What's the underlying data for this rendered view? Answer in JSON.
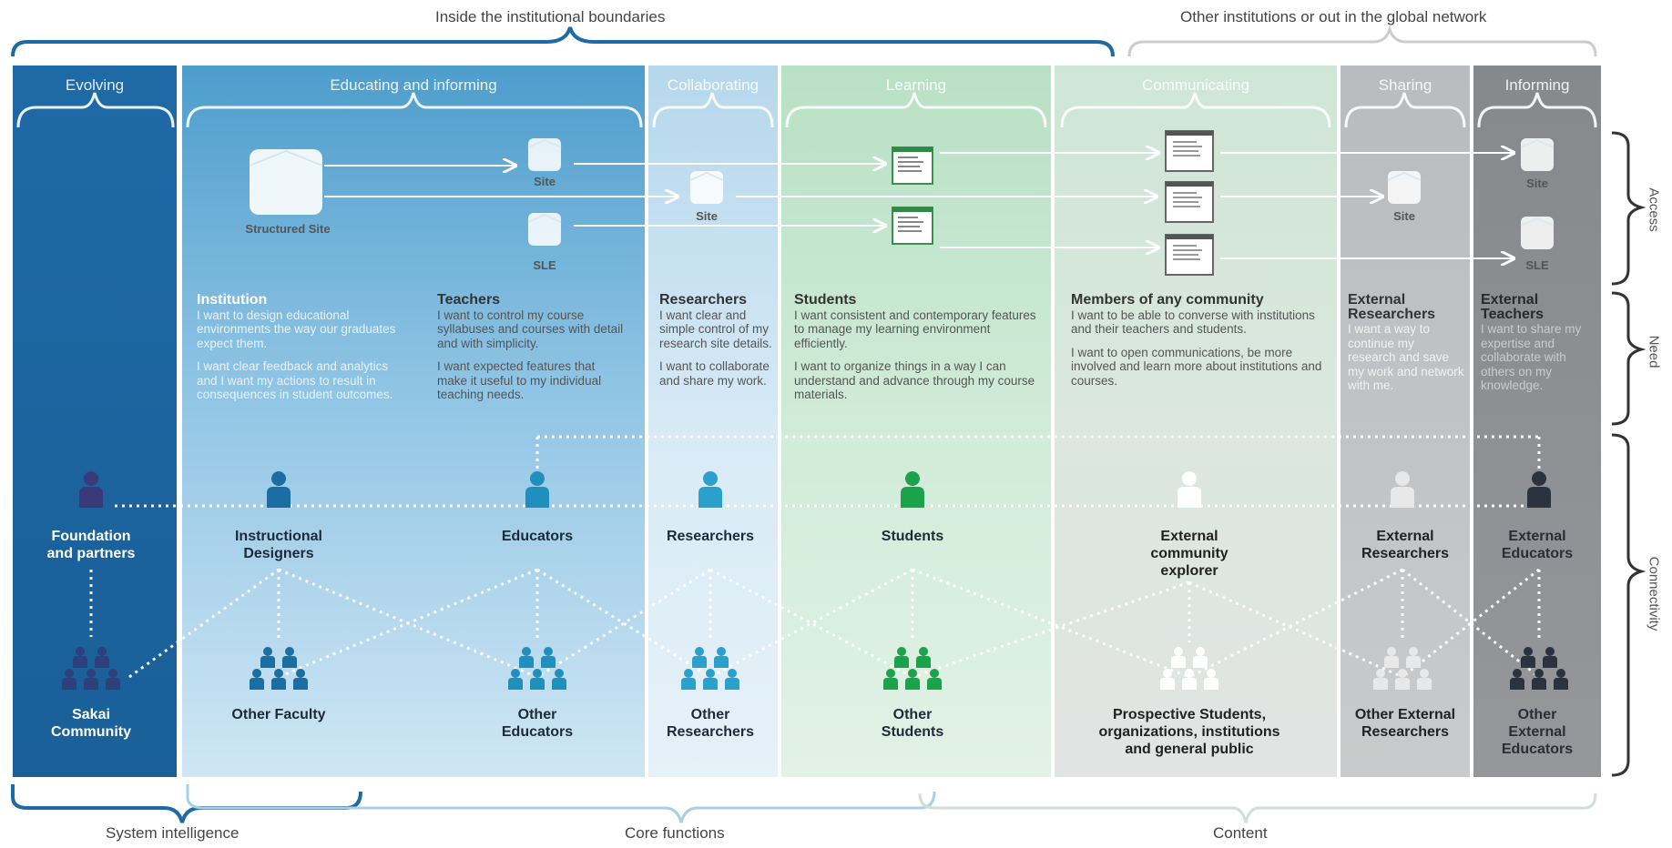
{
  "top_labels": {
    "inside": "Inside the institutional boundaries",
    "outside": "Other institutions or out in the global network"
  },
  "bottom_labels": {
    "system": "System intelligence",
    "core": "Core functions",
    "content": "Content"
  },
  "side_labels": {
    "access": "Access",
    "need": "Need",
    "connectivity": "Connectivity"
  },
  "columns": {
    "evolving": "Evolving",
    "educating": "Educating and informing",
    "collaborating": "Collaborating",
    "learning": "Learning",
    "communicating": "Communicating",
    "sharing": "Sharing",
    "informing": "Informing"
  },
  "access_labels": {
    "structured_site": "Structured Site",
    "site1": "Site",
    "sle1": "SLE",
    "site2": "Site",
    "site3": "Site",
    "site4": "Site",
    "sle2": "SLE"
  },
  "needs": {
    "institution": {
      "title": "Institution",
      "p1": "I want to design educational environments the way our graduates expect them.",
      "p2": "I want clear feedback and analytics and I want my actions to result in consequences in student outcomes."
    },
    "teachers": {
      "title": "Teachers",
      "p1": "I want to control my course syllabuses and courses with detail and with simplicity.",
      "p2": "I want expected features that make it useful to my individual teaching needs."
    },
    "researchers": {
      "title": "Researchers",
      "p1": "I want clear and simple control of my research site details.",
      "p2": "I want to collaborate and share my work."
    },
    "students": {
      "title": "Students",
      "p1": "I want consistent and contemporary features to manage my learning environment efficiently.",
      "p2": "I want to organize things in a way I can understand and advance through my course materials."
    },
    "members": {
      "title": "Members of any community",
      "p1": "I want to be able to converse with institutions and their teachers and students.",
      "p2": "I want to open communications, be more involved and learn more about institutions and courses."
    },
    "ext_researchers": {
      "title": "External Researchers",
      "p1": "I want a way to continue my research and save my work and network with me."
    },
    "ext_teachers": {
      "title": "External Teachers",
      "p1": "I want to share my expertise and collaborate with others on my knowledge."
    }
  },
  "people": {
    "foundation": "Foundation\nand partners",
    "sakai": "Sakai\nCommunity",
    "instructional": "Instructional\nDesigners",
    "other_faculty": "Other Faculty",
    "educators": "Educators",
    "other_educators": "Other\nEducators",
    "researchers": "Researchers",
    "other_researchers": "Other\nResearchers",
    "students": "Students",
    "other_students": "Other\nStudents",
    "external_explorer": "External\ncommunity\nexplorer",
    "prospective": "Prospective Students,\norganizations, institutions\nand general public",
    "ext_researchers": "External\nResearchers",
    "other_ext_researchers": "Other External\nResearchers",
    "ext_educators": "External\nEducators",
    "other_ext_educators": "Other\nExternal\nEducators"
  },
  "colors": {
    "evolving": "#1e6aa6",
    "educating_top": "#4f9fcf",
    "learning": "#c9e8d0",
    "communicating": "#d7ddda",
    "sharing": "#b9bbbd",
    "informing": "#8a8c8f",
    "student_green": "#1aa34a",
    "teal": "#1f8fbd"
  }
}
